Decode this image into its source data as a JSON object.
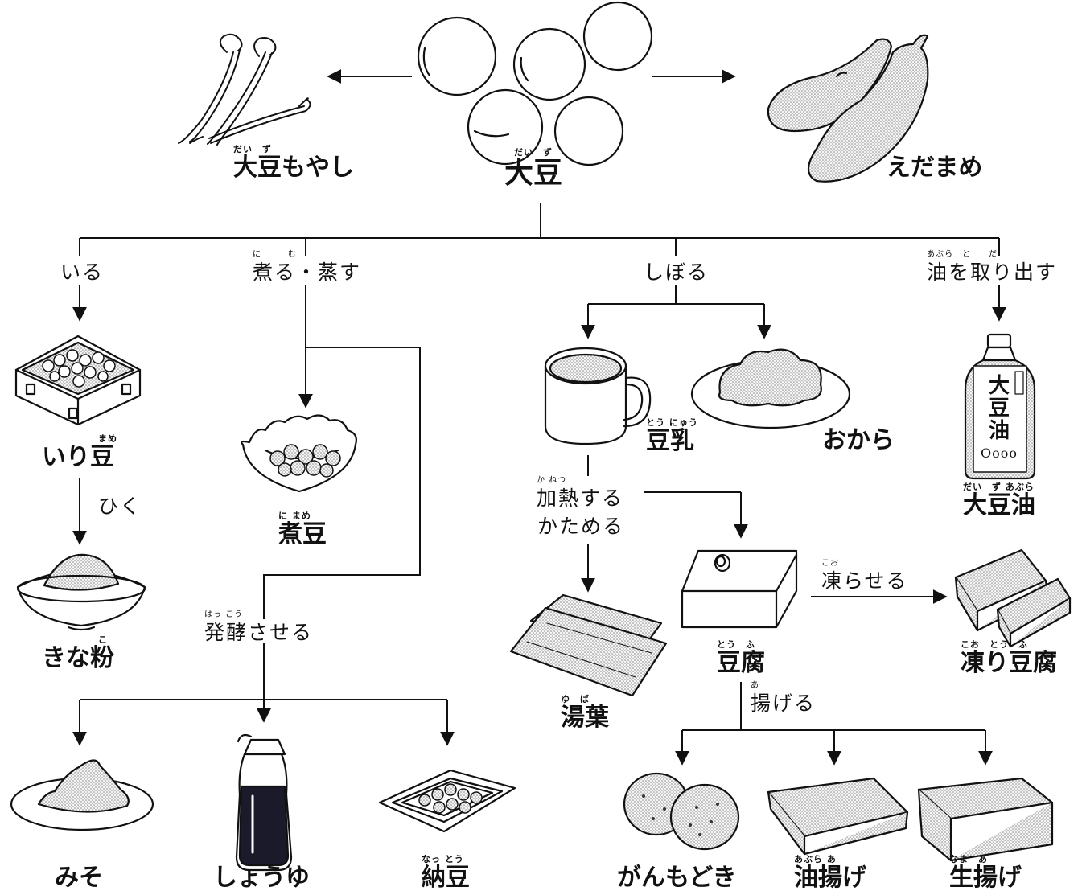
{
  "root": {
    "text": "大豆",
    "ruby": "だい　ず"
  },
  "products": {
    "moyashi": {
      "text": "大豆もやし",
      "ruby": "だい　ず"
    },
    "edamame": {
      "text": "えだまめ",
      "ruby": ""
    },
    "iri_mame": {
      "text": "いり豆",
      "ruby": "まめ"
    },
    "kinako": {
      "text": "きな粉",
      "ruby": "こ"
    },
    "nimame": {
      "text": "煮豆",
      "ruby": "に まめ"
    },
    "tonyu": {
      "text": "豆乳",
      "ruby": "とう にゅう"
    },
    "okara": {
      "text": "おから",
      "ruby": ""
    },
    "daizu_yu": {
      "text": "大豆油",
      "ruby": "だい　ず あぶら"
    },
    "yuba": {
      "text": "湯葉",
      "ruby": "ゆ　ば"
    },
    "tofu": {
      "text": "豆腐",
      "ruby": "とう　ふ"
    },
    "koori_tofu": {
      "text": "凍り豆腐",
      "ruby": "こお　とう　ふ"
    },
    "miso": {
      "text": "みそ",
      "ruby": ""
    },
    "shoyu": {
      "text": "しょうゆ",
      "ruby": ""
    },
    "natto": {
      "text": "納豆",
      "ruby": "なっ とう"
    },
    "ganmodoki": {
      "text": "がんもどき",
      "ruby": ""
    },
    "abura_age": {
      "text": "油揚げ",
      "ruby": "あぶら あ"
    },
    "nama_age": {
      "text": "生揚げ",
      "ruby": "なま　あ"
    }
  },
  "processes": {
    "iru": {
      "text": "いる",
      "ruby": ""
    },
    "niru_musu": {
      "text": "煮る・蒸す",
      "ruby": "に　　　む"
    },
    "shiboru": {
      "text": "しぼる",
      "ruby": ""
    },
    "abura": {
      "text": "油を取り出す",
      "ruby": "あぶら　と　　だ"
    },
    "hiku": {
      "text": "ひく",
      "ruby": ""
    },
    "hakko": {
      "text": "発酵させる",
      "ruby": "はっ こう"
    },
    "kanetsu": {
      "text": "加熱する",
      "ruby": "か ねつ"
    },
    "katameru": {
      "text": "かためる",
      "ruby": ""
    },
    "kooraseru": {
      "text": "凍らせる",
      "ruby": "こお"
    },
    "ageru": {
      "text": "揚げる",
      "ruby": "あ"
    }
  },
  "bottle_label": {
    "line1": "大",
    "line2": "豆",
    "line3": "油",
    "line4": "Oooo"
  },
  "colors": {
    "line": "#111111",
    "fill_dots": "#bdbdbd",
    "soy_dark": "#1a1a2a"
  }
}
